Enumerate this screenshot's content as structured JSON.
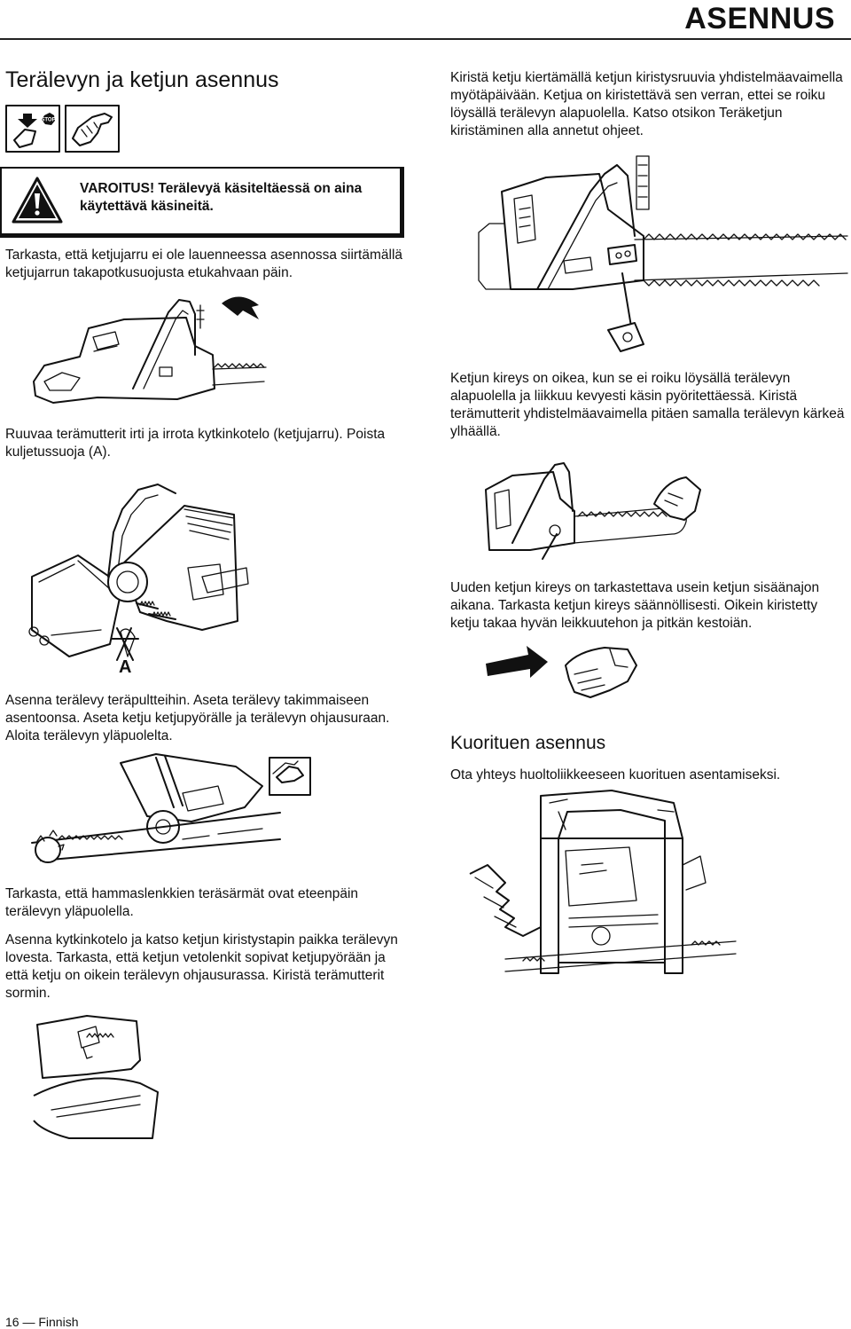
{
  "header": {
    "title": "ASENNUS"
  },
  "left": {
    "section_title": "Terälevyn ja ketjun asennus",
    "warning": {
      "label": "VAROITUS!",
      "text": " Terälevyä käsiteltäessä on aina käytettävä käsineitä."
    },
    "p1": "Tarkasta, että ketjujarru ei ole lauenneessa asennossa siirtämällä ketjujarrun takapotkusuojusta etukahvaan päin.",
    "p2": "Ruuvaa terämutterit irti ja irrota kytkinkotelo (ketjujarru). Poista kuljetussuoja (A).",
    "fig_label_a": "A",
    "p3": "Asenna terälevy teräpultteihin. Aseta terälevy takimmaiseen asentoonsa. Aseta ketju ketjupyörälle ja terälevyn ohjausuraan. Aloita terälevyn yläpuolelta.",
    "p4": "Tarkasta, että hammaslenkkien teräsärmät ovat eteenpäin terälevyn yläpuolella.",
    "p5": "Asenna kytkinkotelo ja katso ketjun kiristystapin paikka terälevyn lovesta. Tarkasta, että ketjun vetolenkit sopivat ketjupyörään ja että ketju on oikein terälevyn ohjausurassa. Kiristä terämutterit sormin.",
    "stop_label": "STOP"
  },
  "right": {
    "p1": "Kiristä ketju kiertämällä ketjun kiristysruuvia yhdistelmäavaimella myötäpäivään. Ketjua on kiristettävä sen verran, ettei se roiku löysällä terälevyn alapuolella. Katso otsikon Teräketjun kiristäminen alla annetut ohjeet.",
    "p2": "Ketjun kireys on oikea, kun se ei roiku löysällä terälevyn alapuolella ja liikkuu kevyesti käsin pyöritettäessä. Kiristä terämutterit yhdistelmäavaimella pitäen samalla terälevyn kärkeä ylhäällä.",
    "p3": "Uuden ketjun kireys on tarkastettava usein ketjun sisäänajon aikana. Tarkasta ketjun kireys säännöllisesti. Oikein kiristetty ketju takaa hyvän leikkuutehon ja pitkän kestoiän.",
    "subhead": "Kuorituen asennus",
    "p4": "Ota yhteys huoltoliikkeeseen kuorituen asentamiseksi."
  },
  "footer": {
    "page_number": "16",
    "dash": "—",
    "language": "Finnish"
  }
}
